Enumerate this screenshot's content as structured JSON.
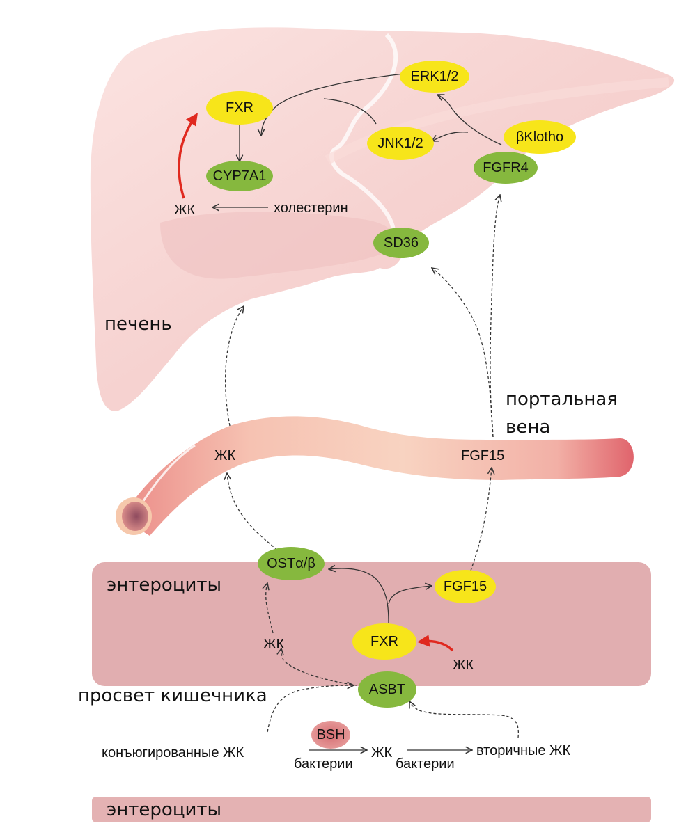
{
  "colors": {
    "yellow_node": "#f7e51a",
    "green_node": "#86b83e",
    "bsh_node": "#d9777a",
    "liver": "#f7d4d2",
    "enterocyte_band": "#e1aeb0",
    "vein": "#f1a7a0",
    "activation_arrow": "#e0291f"
  },
  "regions": {
    "liver": "печень",
    "portal_vein": [
      "портальная",
      "вена"
    ],
    "enterocytes_top": "энтероциты",
    "lumen": "просвет кишечника",
    "enterocytes_bottom": "энтероциты"
  },
  "liver_nodes": {
    "fxr": "FXR",
    "cyp7a1": "CYP7A1",
    "erk": "ERK1/2",
    "jnk": "JNK1/2",
    "bklotho": "βKlotho",
    "fgfr4": "FGFR4",
    "sd36": "SD36"
  },
  "liver_labels": {
    "bile_acid": "ЖК",
    "cholesterol": "холестерин"
  },
  "vein_labels": {
    "bile_acid": "ЖК",
    "fgf15": "FGF15"
  },
  "enterocyte_nodes": {
    "ost": "OSTα/β",
    "fgf15": "FGF15",
    "fxr": "FXR",
    "asbt": "ASBT"
  },
  "enterocyte_labels": {
    "bile_acid_transport": "ЖК",
    "bile_acid_activator": "ЖК"
  },
  "lumen": {
    "bsh": "BSH",
    "conjugated": "конъюгированные ЖК",
    "bacteria_1": "бактерии",
    "bile_acid": "ЖК",
    "bacteria_2": "бактерии",
    "secondary": "вторичные ЖК"
  }
}
